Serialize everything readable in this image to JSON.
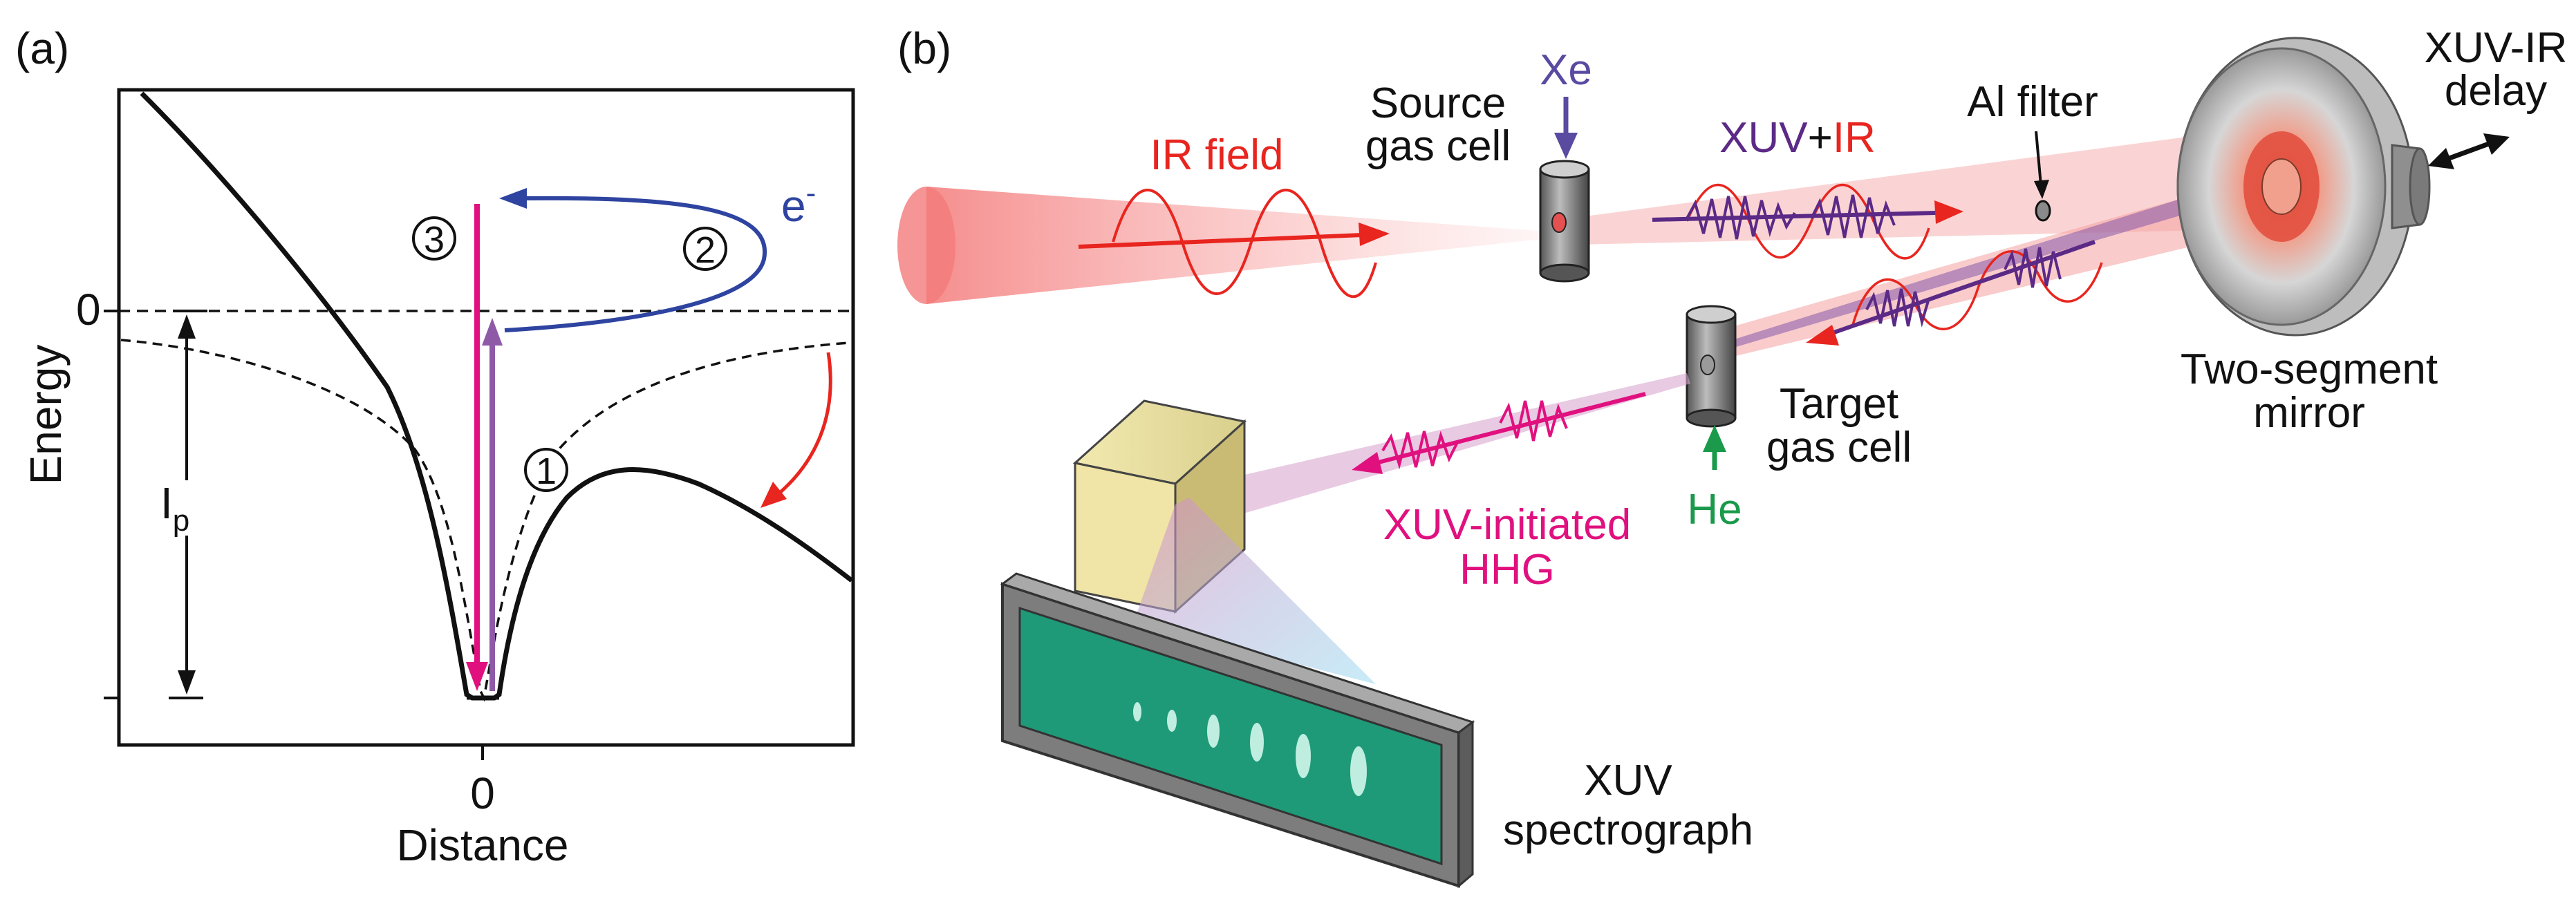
{
  "panel_a": {
    "panel_label": "(a)",
    "y_axis_label": "Energy",
    "x_axis_label": "Distance",
    "zero_tick_y": "0",
    "zero_tick_x": "0",
    "ip_label": "I",
    "ip_subscript": "p",
    "step_1": "1",
    "step_2": "2",
    "step_3": "3",
    "electron_label": "e",
    "electron_superscript": "-"
  },
  "panel_b": {
    "panel_label": "(b)",
    "ir_field_label": "IR field",
    "source_cell_line1": "Source",
    "source_cell_line2": "gas cell",
    "xe_label": "Xe",
    "xuv_label": "XUV",
    "plus": "+",
    "ir_label": "IR",
    "al_filter_label": "Al filter",
    "delay_line1": "XUV-IR",
    "delay_line2": "delay",
    "mirror_line1": "Two-segment",
    "mirror_line2": "mirror",
    "target_cell_line1": "Target",
    "target_cell_line2": "gas cell",
    "he_label": "He",
    "xuv_hhg_line1": "XUV-initiated",
    "xuv_hhg_line2": "HHG",
    "spectrograph_line1": "XUV",
    "spectrograph_line2": "spectrograph"
  },
  "colors": {
    "ir_red": "#e8251f",
    "xuv_purple": "#5b2a86",
    "xe_blue": "#5a4aa0",
    "he_green": "#1a9a4a",
    "hhg_magenta": "#e0117f",
    "recollision_blue": "#2e44a0",
    "excitation_purple": "#8e5aa8",
    "detector_green": "#1e9a78"
  }
}
